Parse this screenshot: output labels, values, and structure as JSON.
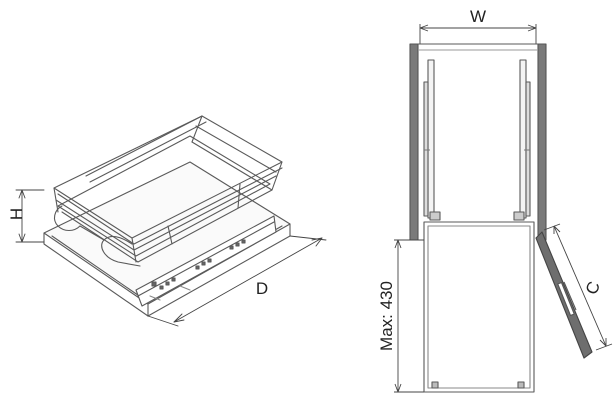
{
  "labels": {
    "height": "H",
    "depth": "D",
    "width": "W",
    "max_opening": "Max: 430",
    "clearance": "C"
  },
  "colors": {
    "line": "#5a5a5a",
    "dimension": "#444444",
    "cabinet_wall": "#7a7a7a",
    "door": "#6e6e6e",
    "background": "#ffffff"
  }
}
